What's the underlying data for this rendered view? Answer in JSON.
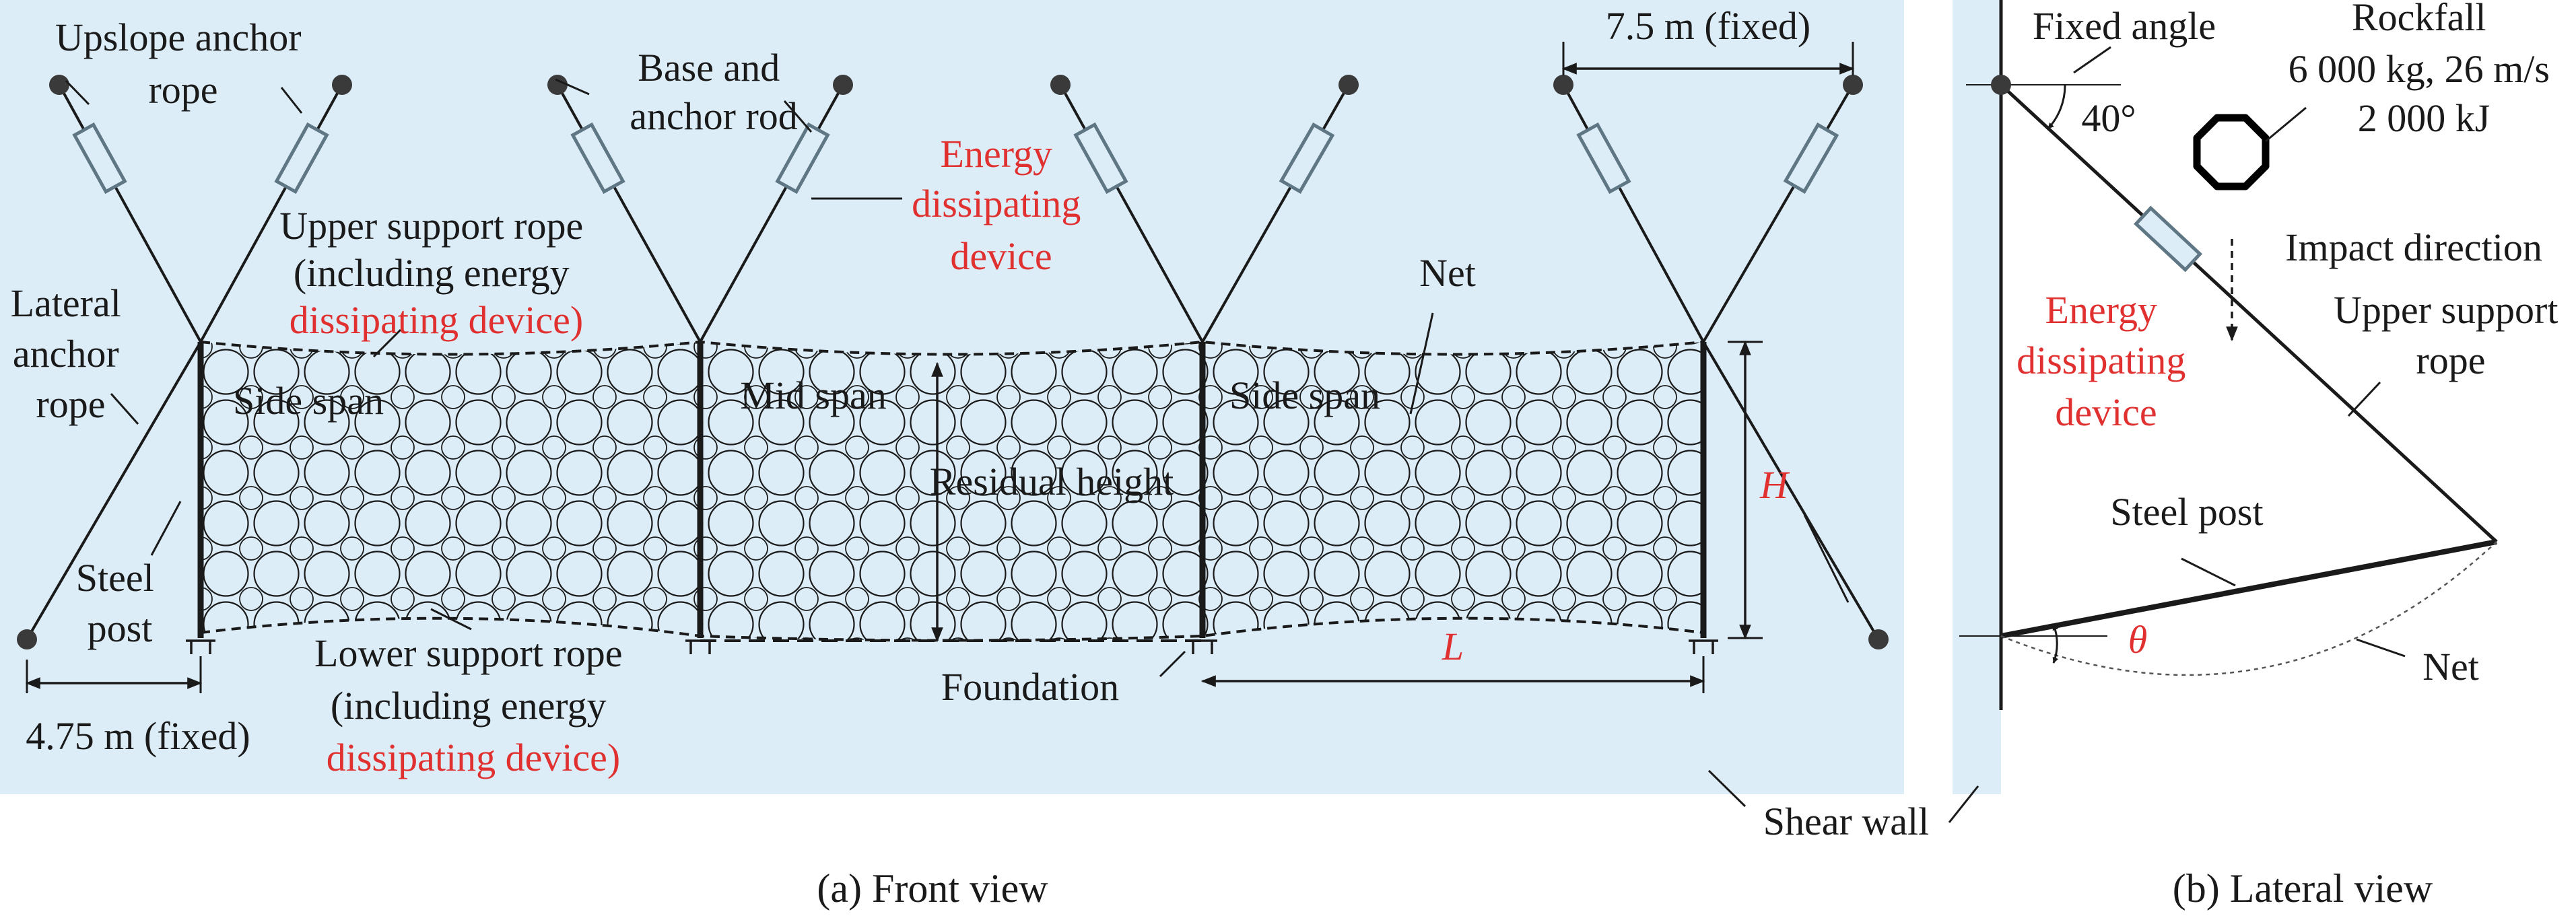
{
  "front_view": {
    "caption": "(a) Front view",
    "labels": {
      "upslope_anchor_rope": [
        "Upslope anchor",
        "rope"
      ],
      "base_and_anchor_rod": [
        "Base and",
        "anchor rod"
      ],
      "energy_dissipating_device": [
        "Energy",
        "dissipating",
        "device"
      ],
      "dim_top": "7.5 m (fixed)",
      "upper_support_rope": [
        "Upper support rope",
        "(including energy",
        "dissipating device)"
      ],
      "lateral_anchor_rope": [
        "Lateral",
        "anchor",
        "rope"
      ],
      "net": "Net",
      "side_span_left": "Side span",
      "mid_span": "Mid span",
      "side_span_right": "Side span",
      "residual_height": "Residual height",
      "h_symbol": "H",
      "steel_post": [
        "Steel",
        "post"
      ],
      "lower_support_rope": [
        "Lower support rope",
        "(including energy",
        "dissipating device)"
      ],
      "foundation": "Foundation",
      "l_symbol": "L",
      "dim_bottom": "4.75 m (fixed)"
    }
  },
  "lateral_view": {
    "caption": "(b) Lateral view",
    "labels": {
      "fixed_angle": "Fixed angle",
      "angle_value": "40°",
      "rockfall": [
        "Rockfall",
        "6 000 kg, 26 m/s",
        "2 000 kJ"
      ],
      "impact_direction": "Impact direction",
      "energy_dissipating_device": [
        "Energy",
        "dissipating",
        "device"
      ],
      "upper_support_rope": [
        "Upper support",
        "rope"
      ],
      "steel_post": "Steel post",
      "theta_symbol": "θ",
      "net": "Net"
    }
  },
  "shared": {
    "shear_wall": "Shear wall"
  },
  "colors": {
    "panel_bg": "#dcedf7",
    "line": "#1a1a1a",
    "device_stroke": "#5f7684",
    "accent_red": "#e03030"
  }
}
